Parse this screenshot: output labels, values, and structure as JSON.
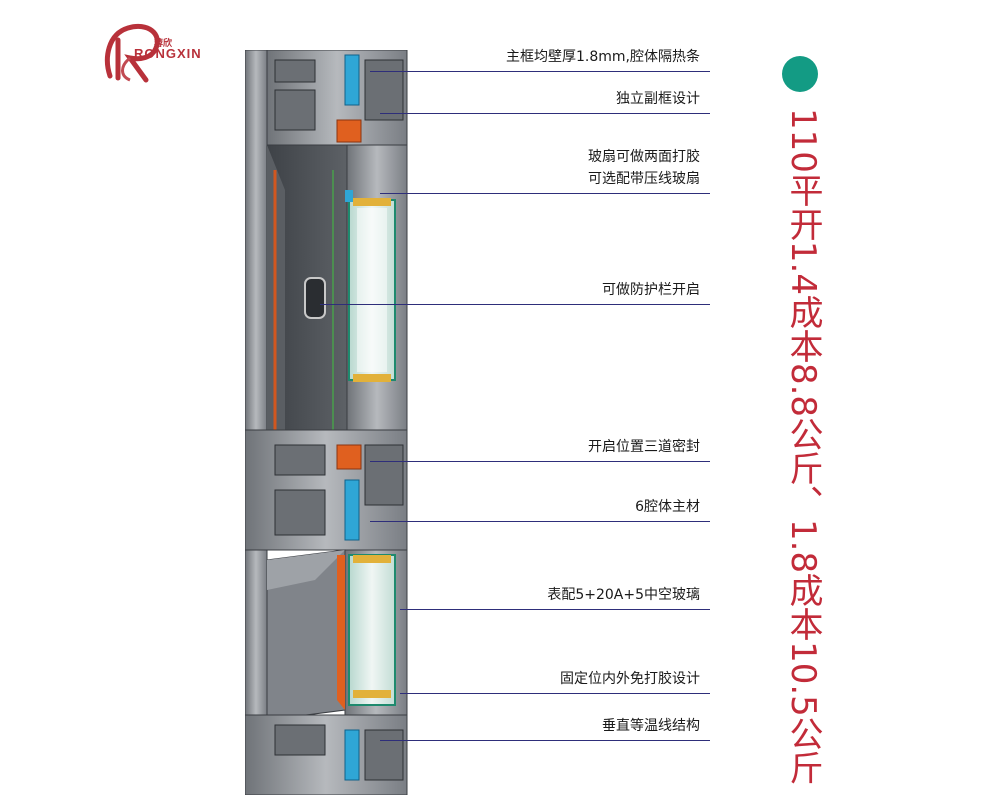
{
  "brand": {
    "name_cn": "蓉欣",
    "name_en": "RONGXIN",
    "color": "#b8313a"
  },
  "callouts": [
    {
      "id": "c1",
      "text": "主框均壁厚1.8mm,腔体隔热条"
    },
    {
      "id": "c2",
      "text": "独立副框设计"
    },
    {
      "id": "c3a",
      "text": "玻扇可做两面打胶"
    },
    {
      "id": "c3b",
      "text": "可选配带压线玻扇"
    },
    {
      "id": "c4",
      "text": "可做防护栏开启"
    },
    {
      "id": "c5",
      "text": "开启位置三道密封"
    },
    {
      "id": "c6",
      "text": "6腔体主材"
    },
    {
      "id": "c7",
      "text": "表配5+20A+5中空玻璃"
    },
    {
      "id": "c8",
      "text": "固定位内外免打胶设计"
    },
    {
      "id": "c9",
      "text": "垂直等温线结构"
    }
  ],
  "side_title": {
    "text": "110平开1.4成本8.8公斤、1.8成本10.5公斤",
    "dot_color": "#139b84",
    "text_color": "#c22b39"
  },
  "colors": {
    "line": "#2e2e7a",
    "aluminum": "#8e9196",
    "aluminum_dark": "#4e5258",
    "thermal_break": "#2fa6d6",
    "gasket": "#e0601f",
    "glass": "#cfe6e0"
  }
}
